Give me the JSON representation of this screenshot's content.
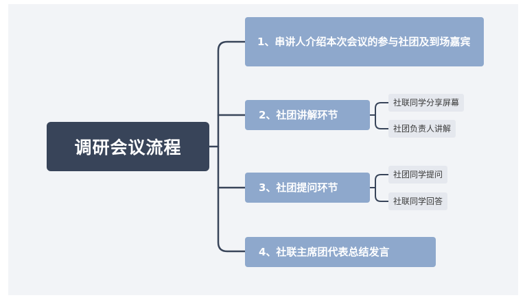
{
  "root": {
    "label": "调研会议流程"
  },
  "branches": [
    {
      "label": "1、串讲人介绍本次会议的参与社团及到场嘉宾",
      "children": []
    },
    {
      "label": "2、社团讲解环节",
      "children": [
        "社联同学分享屏幕",
        "社团负责人讲解"
      ]
    },
    {
      "label": "3、社团提问环节",
      "children": [
        "社团同学提问",
        "社联同学回答"
      ]
    },
    {
      "label": "4、社联主席团代表总结发言",
      "children": []
    }
  ],
  "colors": {
    "root_bg": "#384459",
    "branch_bg": "#8ea8cc",
    "leaf_bg": "#e5e8ee",
    "connector": "#384459",
    "background": "#f2f4f7"
  }
}
